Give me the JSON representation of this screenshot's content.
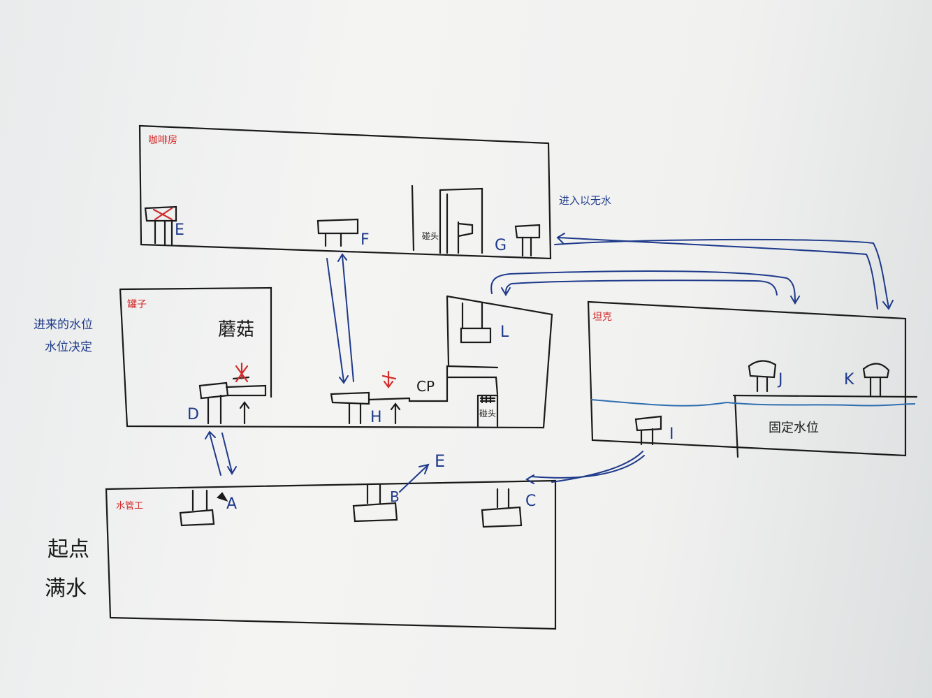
{
  "rooms": {
    "top_left": "咖啡房",
    "middle_left": "罐子",
    "bottom_left": "水管工",
    "right": "坦克"
  },
  "labels": {
    "E_top": "E",
    "F": "F",
    "G": "G",
    "H": "H",
    "L": "L",
    "D": "D",
    "A": "A",
    "B": "B",
    "C": "C",
    "E_arrow": "E",
    "I": "I",
    "J": "J",
    "K": "K",
    "CP": "CP"
  },
  "notes": {
    "enter_no_water": "进入以无水",
    "stone1": "碰头",
    "stone2": "碰头",
    "mushroom": "蘑菇",
    "entry_water_1": "进来的水位",
    "entry_water_2": "水位决定",
    "start": "起点",
    "full_water": "满水",
    "fixed_level": "固定水位"
  },
  "colors": {
    "ink": "#1a1a1a",
    "blue_ink": "#1e3a8a",
    "red_ink": "#d42a2a",
    "water": "#2f6fb0"
  }
}
